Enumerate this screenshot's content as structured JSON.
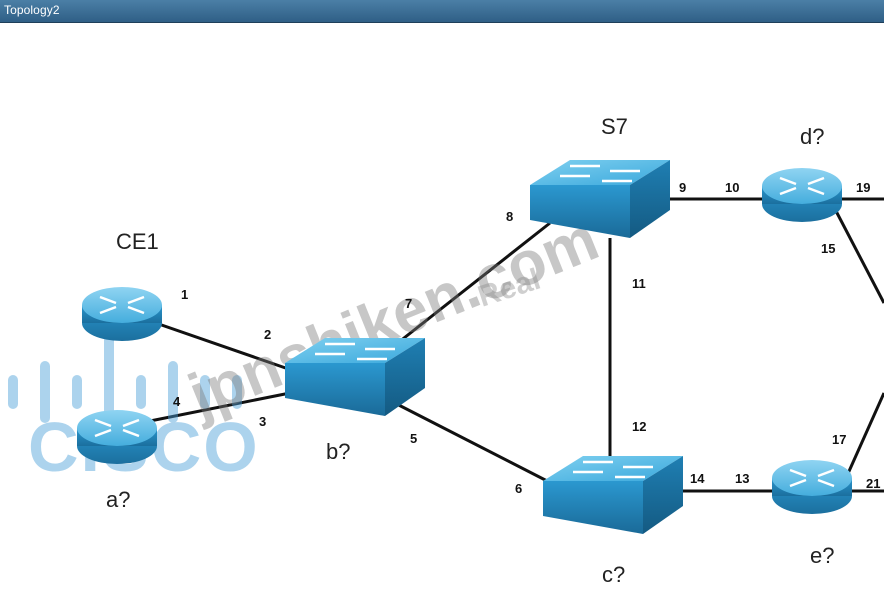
{
  "window": {
    "title": "Topology2"
  },
  "devices": {
    "ce1": "CE1",
    "a": "a?",
    "b": "b?",
    "s7": "S7",
    "c": "c?",
    "d": "d?",
    "e": "e?"
  },
  "ports": [
    "1",
    "2",
    "3",
    "4",
    "5",
    "6",
    "7",
    "8",
    "9",
    "10",
    "11",
    "12",
    "13",
    "14",
    "15",
    "17",
    "19",
    "21"
  ],
  "watermark": {
    "site": "jpnshiken.com",
    "real": "Real",
    "brand": "CISCO"
  },
  "colors": {
    "device": "#2f9fd6",
    "device_top": "#6fc6ec",
    "link": "#111111",
    "title_bg": "#2f5f86"
  }
}
